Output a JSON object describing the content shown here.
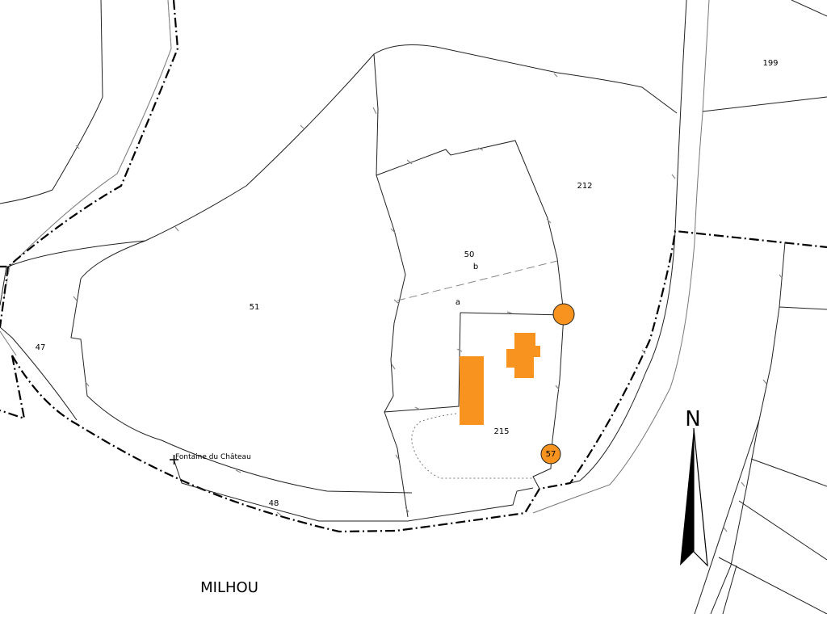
{
  "map": {
    "lieu_dit": "MILHOU",
    "feature_label": "Fontaine du Château",
    "north_label": "N",
    "parcels": {
      "p199": "199",
      "p212": "212",
      "p50": "50",
      "sub_b": "b",
      "sub_a": "a",
      "p51": "51",
      "p47": "47",
      "p215": "215",
      "p48": "48"
    },
    "markers": {
      "m57": "57"
    },
    "colors": {
      "building": "#f7931e",
      "marker": "#f7931e",
      "parcel_line": "#222222",
      "commune_boundary": "#000000",
      "background": "#ffffff"
    },
    "icons": [
      "north-arrow-icon",
      "cross-icon",
      "circle-marker-icon"
    ]
  }
}
